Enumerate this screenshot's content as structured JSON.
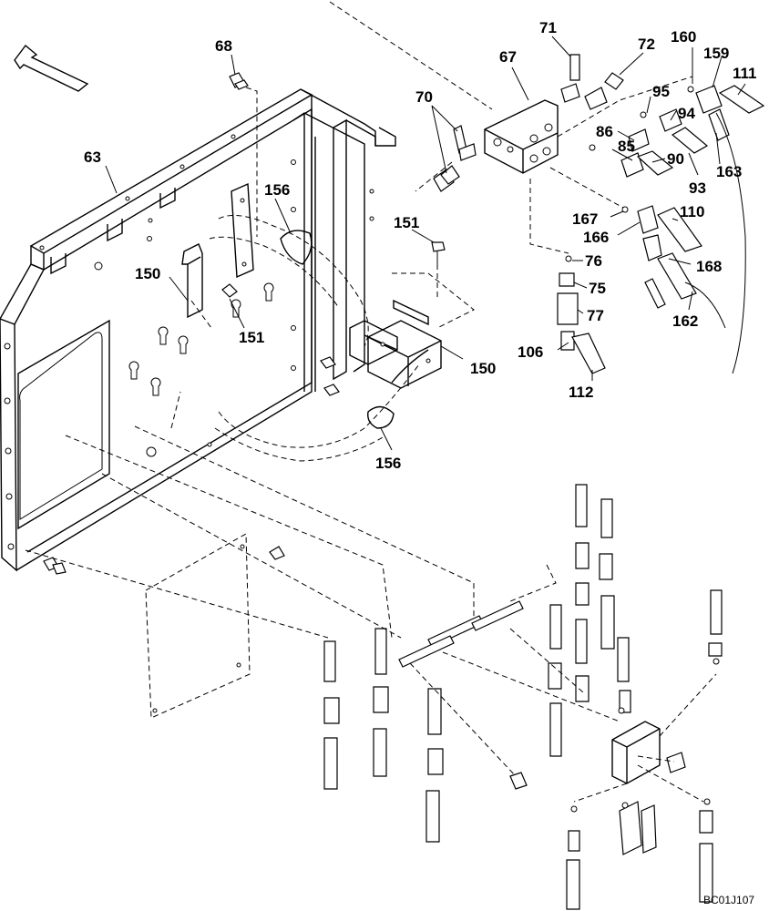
{
  "diagram": {
    "drawing_code": "BC01J107",
    "direction_arrow_icon": "arrow-up-left-icon",
    "callouts": [
      {
        "id": "c63",
        "text": "63"
      },
      {
        "id": "c68",
        "text": "68"
      },
      {
        "id": "c156a",
        "text": "156"
      },
      {
        "id": "c150a",
        "text": "150"
      },
      {
        "id": "c151a",
        "text": "151"
      },
      {
        "id": "c151b",
        "text": "151"
      },
      {
        "id": "c150b",
        "text": "150"
      },
      {
        "id": "c156b",
        "text": "156"
      },
      {
        "id": "c67",
        "text": "67"
      },
      {
        "id": "c70",
        "text": "70"
      },
      {
        "id": "c71",
        "text": "71"
      },
      {
        "id": "c72",
        "text": "72"
      },
      {
        "id": "c160",
        "text": "160"
      },
      {
        "id": "c159",
        "text": "159"
      },
      {
        "id": "c111",
        "text": "111"
      },
      {
        "id": "c95",
        "text": "95"
      },
      {
        "id": "c94",
        "text": "94"
      },
      {
        "id": "c86",
        "text": "86"
      },
      {
        "id": "c85",
        "text": "85"
      },
      {
        "id": "c90",
        "text": "90"
      },
      {
        "id": "c93",
        "text": "93"
      },
      {
        "id": "c163",
        "text": "163"
      },
      {
        "id": "c167",
        "text": "167"
      },
      {
        "id": "c110",
        "text": "110"
      },
      {
        "id": "c166",
        "text": "166"
      },
      {
        "id": "c76",
        "text": "76"
      },
      {
        "id": "c168",
        "text": "168"
      },
      {
        "id": "c75",
        "text": "75"
      },
      {
        "id": "c77",
        "text": "77"
      },
      {
        "id": "c162",
        "text": "162"
      },
      {
        "id": "c106",
        "text": "106"
      },
      {
        "id": "c112",
        "text": "112"
      }
    ]
  }
}
